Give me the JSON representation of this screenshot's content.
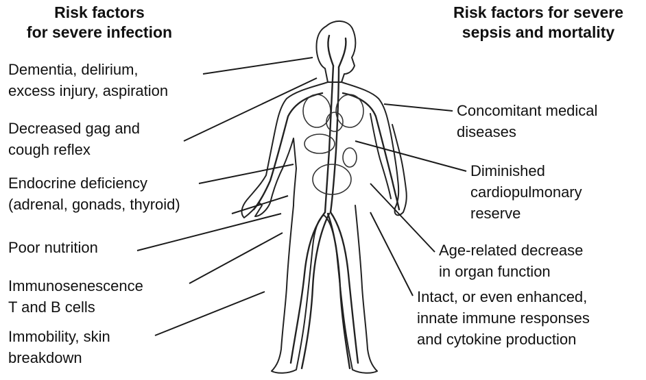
{
  "headings": {
    "left": [
      "Risk factors",
      "for severe infection"
    ],
    "right": [
      "Risk factors for severe",
      "sepsis and mortality"
    ]
  },
  "left_labels": [
    [
      "Dementia, delirium,",
      "excess injury, aspiration"
    ],
    [
      "Decreased gag and",
      "cough reflex"
    ],
    [
      "Endocrine deficiency",
      "(adrenal, gonads, thyroid)"
    ],
    [
      "Poor nutrition"
    ],
    [
      "Immunosenescence",
      "T and B cells"
    ],
    [
      "Immobility, skin",
      "breakdown"
    ]
  ],
  "right_labels": [
    [
      "Concomitant medical",
      "diseases"
    ],
    [
      "Diminished",
      "cardiopulmonary",
      "reserve"
    ],
    [
      "Age-related decrease",
      "in organ function"
    ],
    [
      "Intact, or even enhanced,",
      "innate immune responses",
      "and cytokine production"
    ]
  ],
  "colors": {
    "text": "#111111",
    "line": "#1a1a1a",
    "vessel": "#222222"
  },
  "illustration": "human-figure-circulatory-system"
}
